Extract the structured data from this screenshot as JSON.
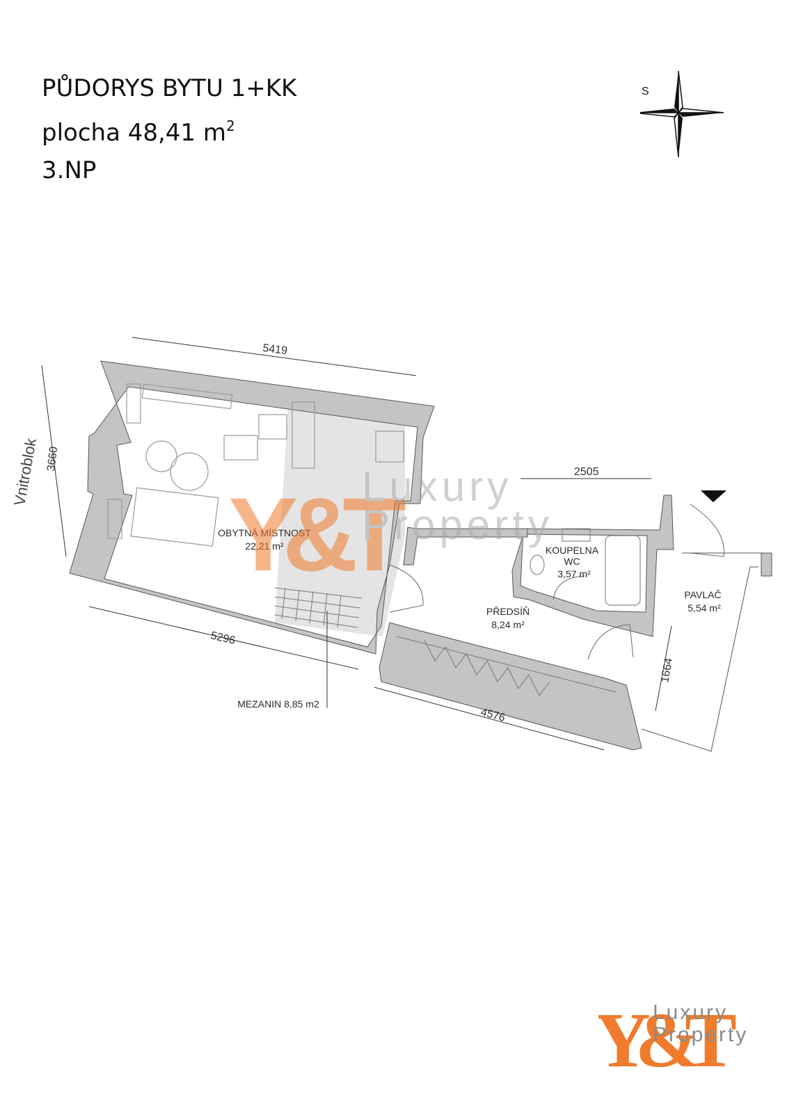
{
  "header": {
    "title_line1": "PŮDORYS BYTU 1+KK",
    "title_line2_prefix": "plocha 48,41 m",
    "title_line2_sup": "2",
    "title_line3": "3.NP"
  },
  "compass": {
    "label": "S",
    "icon": "compass-rose-icon"
  },
  "plan": {
    "side_label": "Vnitroblok",
    "dimensions": {
      "top": "5419",
      "left": "3660",
      "bottom_left": "5296",
      "bottom_right": "4576",
      "bath_top": "2505",
      "right": "1664"
    },
    "rooms": {
      "living_name": "OBYTNÁ MÍSTNOST",
      "living_area": "22,21 m²",
      "bath_name1": "KOUPELNA",
      "bath_name2": "WC",
      "bath_area": "3,57 m²",
      "hall_name": "PŘEDSÍŇ",
      "hall_area": "8,24 m²",
      "gallery_name": "PAVLAČ",
      "gallery_area": "5,54 m²",
      "mezzanine": "MEZANIN 8,85 m2"
    },
    "watermark": {
      "mark": "Y&T",
      "line1": "Luxury",
      "line2": "Property"
    }
  },
  "logo": {
    "mark": "Y&T",
    "line1": "Luxury",
    "line2": "Property"
  },
  "colors": {
    "wall": "#c4c4c4",
    "accent": "#f07b2c",
    "text": "#1a1a1a",
    "dim": "#333333"
  }
}
